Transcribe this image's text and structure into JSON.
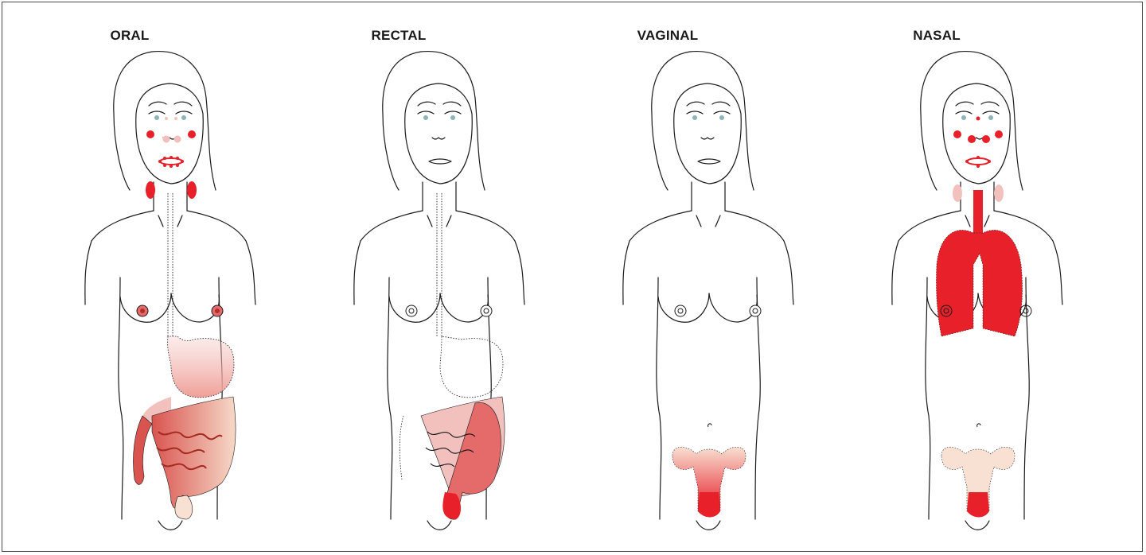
{
  "panels": [
    {
      "id": "oral",
      "title": "ORAL"
    },
    {
      "id": "rectal",
      "title": "RECTAL"
    },
    {
      "id": "vaginal",
      "title": "VAGINAL"
    },
    {
      "id": "nasal",
      "title": "NASAL"
    }
  ],
  "colors": {
    "outline": "#1a1a1a",
    "high_exposure": "#e8202a",
    "medium_exposure": "#e56b6b",
    "low_exposure": "#f3c1bd",
    "faint_exposure": "#f8e0d2",
    "background": "#ffffff"
  }
}
